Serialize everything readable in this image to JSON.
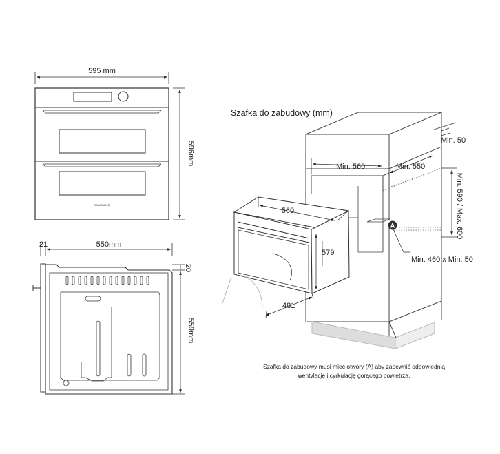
{
  "front": {
    "width_label": "595 mm",
    "height_label": "596mm",
    "brand": "SAMSUNG"
  },
  "side": {
    "depth_label": "550mm",
    "door_label": "21",
    "top_label": "20",
    "height_label": "559mm"
  },
  "cabinet": {
    "title": "Szafka do zabudowy (mm)",
    "min50_top": "Min. 50",
    "min560": "Min. 560",
    "min550": "Min. 550",
    "height_range": "Min. 590 / Max. 600",
    "opening": "Min. 460 x Min. 50",
    "marker": "A",
    "oven_width": "560",
    "oven_height": "579",
    "oven_depth": "481",
    "note_line1": "Szafka do zabudowy musi mieć otwory (A) aby zapewnić odpowiednią",
    "note_line2": "wentylację i cyrkulację gorącego powietrza."
  }
}
